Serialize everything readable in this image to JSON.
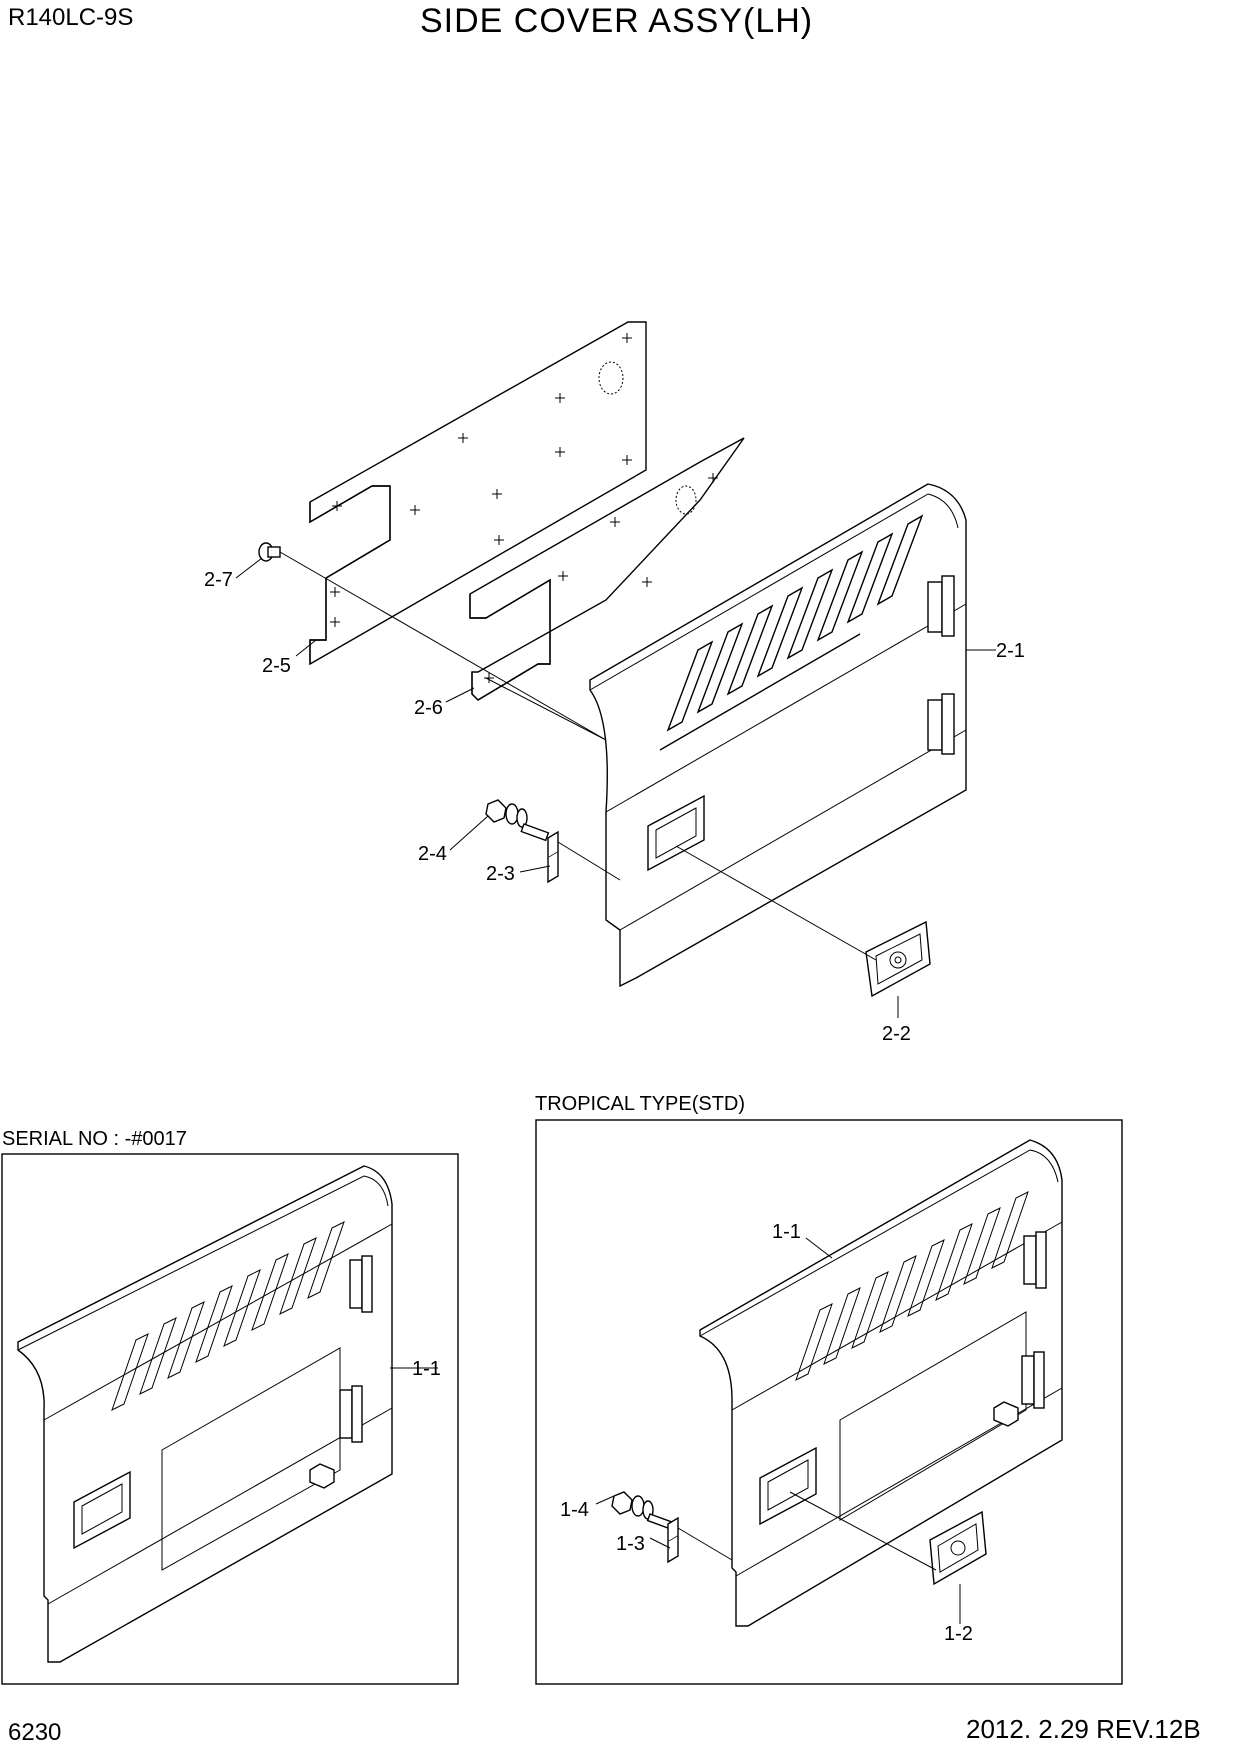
{
  "header": {
    "model": "R140LC-9S",
    "title": "SIDE COVER ASSY(LH)"
  },
  "footer": {
    "page_number": "6230",
    "revision": "2012. 2.29  REV.12B"
  },
  "main_view": {
    "callouts": [
      "2-1",
      "2-2",
      "2-3",
      "2-4",
      "2-5",
      "2-6",
      "2-7"
    ]
  },
  "serial_view": {
    "caption": "SERIAL NO : -#0017",
    "callouts": [
      "1-1"
    ]
  },
  "tropical_view": {
    "caption": "TROPICAL TYPE(STD)",
    "callouts": [
      "1-1",
      "1-2",
      "1-3",
      "1-4"
    ]
  }
}
